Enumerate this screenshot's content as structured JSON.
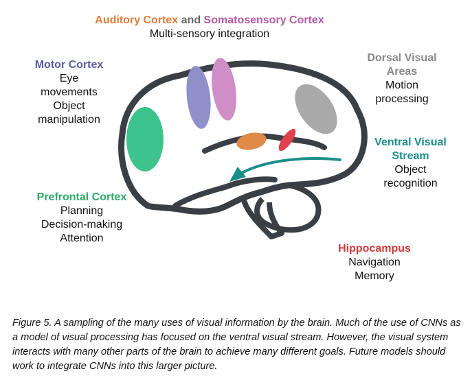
{
  "colors": {
    "auditory": "#e07b39",
    "somatosensory": "#b05aa8",
    "connector": "#666666",
    "motor": "#5a5aa8",
    "prefrontal": "#2eaa6a",
    "dorsal": "#888888",
    "ventral": "#1a8f8a",
    "hippocampus": "#d23a3a",
    "outline": "#3a3f45"
  },
  "top": {
    "auditory": "Auditory Cortex",
    "and": "and",
    "somatosensory": "Somatosensory Cortex",
    "desc": "Multi-sensory integration"
  },
  "motor": {
    "title": "Motor Cortex",
    "lines": [
      "Eye",
      "movements",
      "Object",
      "manipulation"
    ]
  },
  "prefrontal": {
    "title": "Prefrontal Cortex",
    "lines": [
      "Planning",
      "Decision-making",
      "Attention"
    ]
  },
  "dorsal": {
    "title_lines": [
      "Dorsal Visual",
      "Areas"
    ],
    "lines": [
      "Motion",
      "processing"
    ]
  },
  "ventral": {
    "title_lines": [
      "Ventral Visual",
      "Stream"
    ],
    "lines": [
      "Object",
      "recognition"
    ]
  },
  "hippocampus": {
    "title": "Hippocampus",
    "lines": [
      "Navigation",
      "Memory"
    ]
  },
  "caption": "Figure 5. A sampling of the many uses of visual information by the brain. Much of the use of CNNs as a model of visual processing has focused on the ventral visual stream. However, the visual system interacts with many other parts of the brain to achieve many different goals. Future models should work to integrate CNNs into this larger picture."
}
